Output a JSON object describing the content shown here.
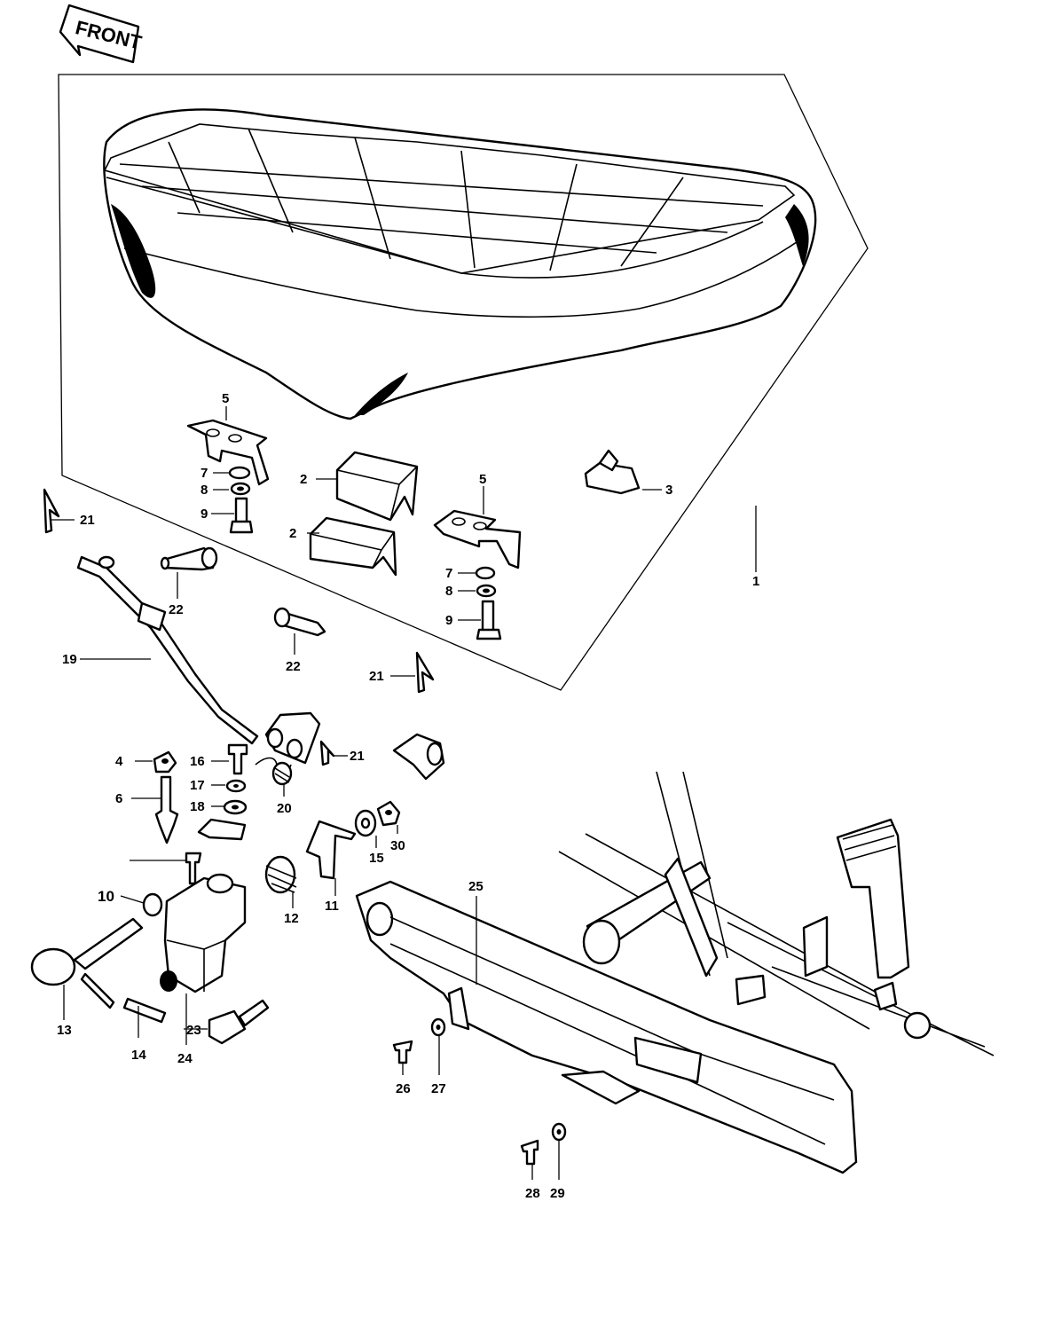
{
  "orientation": {
    "label": "FRONT"
  },
  "callouts": [
    {
      "id": "c1",
      "text": "1"
    },
    {
      "id": "c2a",
      "text": "2"
    },
    {
      "id": "c2b",
      "text": "2"
    },
    {
      "id": "c3",
      "text": "3"
    },
    {
      "id": "c4",
      "text": "4"
    },
    {
      "id": "c5a",
      "text": "5"
    },
    {
      "id": "c5b",
      "text": "5"
    },
    {
      "id": "c6",
      "text": "6"
    },
    {
      "id": "c7a",
      "text": "7"
    },
    {
      "id": "c7b",
      "text": "7"
    },
    {
      "id": "c8a",
      "text": "8"
    },
    {
      "id": "c8b",
      "text": "8"
    },
    {
      "id": "c9a",
      "text": "9"
    },
    {
      "id": "c9b",
      "text": "9"
    },
    {
      "id": "c10",
      "text": "10"
    },
    {
      "id": "c11",
      "text": "11"
    },
    {
      "id": "c12",
      "text": "12"
    },
    {
      "id": "c13",
      "text": "13"
    },
    {
      "id": "c14",
      "text": "14"
    },
    {
      "id": "c15",
      "text": "15"
    },
    {
      "id": "c16",
      "text": "16"
    },
    {
      "id": "c17",
      "text": "17"
    },
    {
      "id": "c18",
      "text": "18"
    },
    {
      "id": "c19",
      "text": "19"
    },
    {
      "id": "c20",
      "text": "20"
    },
    {
      "id": "c21a",
      "text": "21"
    },
    {
      "id": "c21b",
      "text": "21"
    },
    {
      "id": "c21c",
      "text": "21"
    },
    {
      "id": "c22a",
      "text": "22"
    },
    {
      "id": "c22b",
      "text": "22"
    },
    {
      "id": "c23",
      "text": "23"
    },
    {
      "id": "c24",
      "text": "24"
    },
    {
      "id": "c25",
      "text": "25"
    },
    {
      "id": "c26",
      "text": "26"
    },
    {
      "id": "c27",
      "text": "27"
    },
    {
      "id": "c28",
      "text": "28"
    },
    {
      "id": "c29",
      "text": "29"
    },
    {
      "id": "c30",
      "text": "30"
    }
  ]
}
